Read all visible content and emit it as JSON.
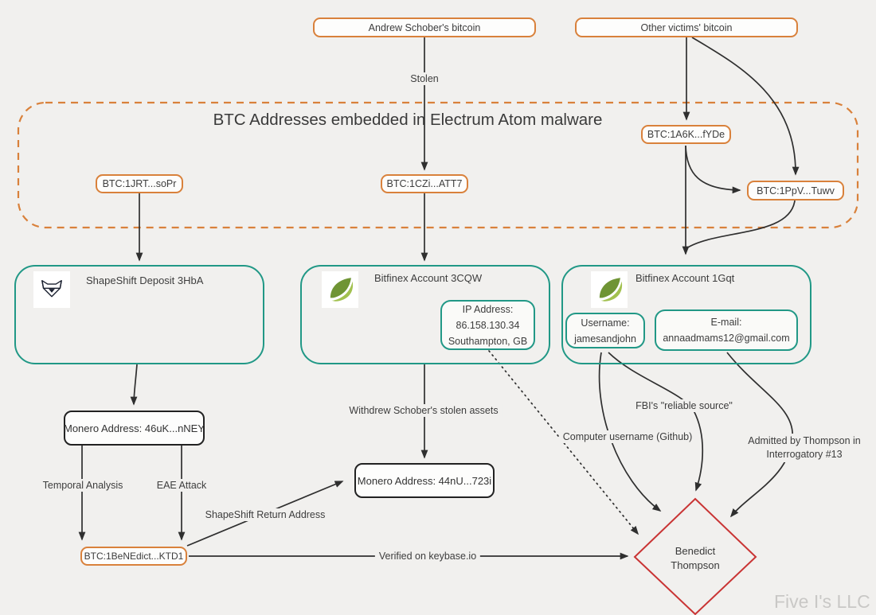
{
  "colors": {
    "background": "#f1f0ee",
    "orange_accent": "#d9813b",
    "teal_accent": "#219886",
    "red_accent": "#c93434",
    "edge_ink": "#2f2f2f"
  },
  "container": {
    "title": "BTC Addresses embedded in Electrum Atom malware"
  },
  "nodes": {
    "andrew_bitcoin": {
      "label": "Andrew Schober's bitcoin"
    },
    "other_victims_bitcoin": {
      "label": "Other victims' bitcoin"
    },
    "btc_1jrt": {
      "label": "BTC:1JRT...soPr"
    },
    "btc_1czi": {
      "label": "BTC:1CZi...ATT7"
    },
    "btc_1a6k": {
      "label": "BTC:1A6K...fYDe"
    },
    "btc_1ppv": {
      "label": "BTC:1PpV...Tuwv"
    },
    "shapeshift_deposit": {
      "label": "ShapeShift Deposit 3HbA",
      "icon": "shapeshift-fox-icon"
    },
    "bitfinex_3cqw": {
      "label": "Bitfinex Account 3CQW",
      "icon": "bitfinex-leaf-icon",
      "ip_box": {
        "line1": "IP Address:",
        "line2": "86.158.130.34",
        "line3": "Southampton, GB"
      }
    },
    "bitfinex_1gqt": {
      "label": "Bitfinex Account 1Gqt",
      "icon": "bitfinex-leaf-icon",
      "username_box": {
        "line1": "Username:",
        "line2": "jamesandjohn"
      },
      "email_box": {
        "line1": "E-mail:",
        "line2": "annaadmams12@gmail.com"
      }
    },
    "monero_46": {
      "label": "Monero Address: 46uK...nNEY"
    },
    "monero_44": {
      "label": "Monero Address: 44nU...723i"
    },
    "btc_benedict": {
      "label": "BTC:1BeNEdict...KTD1"
    },
    "benedict_thompson": {
      "line1": "Benedict",
      "line2": "Thompson"
    }
  },
  "edge_labels": {
    "stolen": "Stolen",
    "temporal_analysis": "Temporal Analysis",
    "eae_attack": "EAE Attack",
    "shapeshift_return": "ShapeShift Return Address",
    "withdrew": "Withdrew Schober's stolen assets",
    "verified_keybase": "Verified on keybase.io",
    "fbi_source": "FBI's \"reliable source\"",
    "computer_username": "Computer username (Github)",
    "admitted_line1": "Admitted by Thompson in",
    "admitted_line2": "Interrogatory #13"
  },
  "watermark": "Five I's LLC"
}
